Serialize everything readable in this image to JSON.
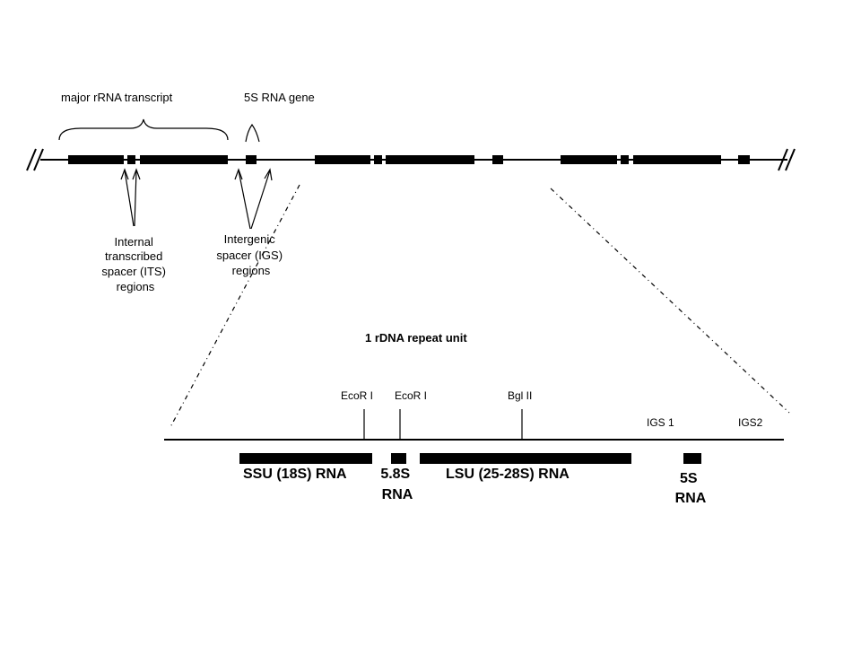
{
  "top": {
    "major_transcript": "major rRNA transcript",
    "gene_5s": "5S RNA gene",
    "its_lines": [
      "Internal",
      "transcribed",
      "spacer (ITS)",
      "regions"
    ],
    "igs_lines": [
      "Intergenic",
      "spacer (IGS)",
      "regions"
    ]
  },
  "bottom": {
    "title": "1 rDNA repeat unit",
    "ecori_1": "EcoR I",
    "ecori_2": "EcoR I",
    "bglii": "Bgl II",
    "igs1": "IGS 1",
    "igs2": "IGS2",
    "ssu": "SSU (18S) RNA",
    "rna58_lines": [
      "5.8S",
      "RNA"
    ],
    "lsu": "LSU (25-28S) RNA",
    "rna5s_lines": [
      "5S",
      "RNA"
    ]
  }
}
